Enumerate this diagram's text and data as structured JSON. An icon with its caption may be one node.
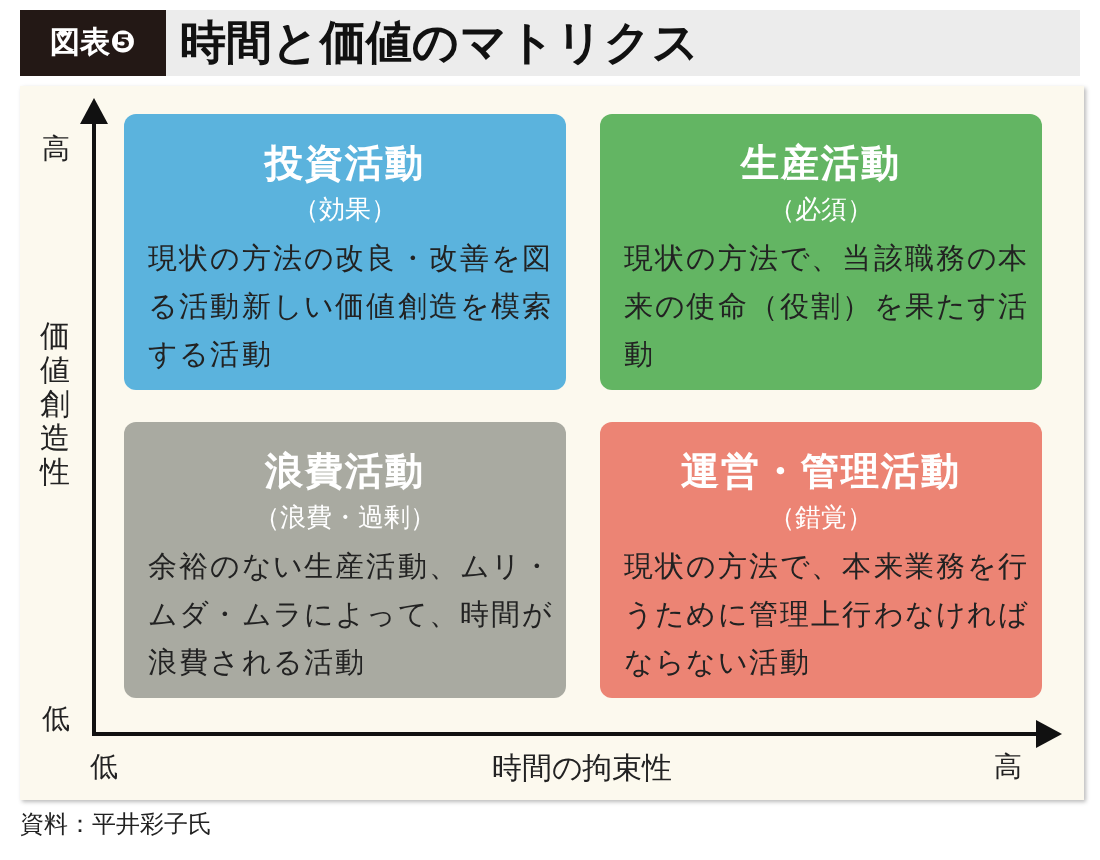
{
  "diagram": {
    "title": "時間と価値のマトリクス",
    "caption": "資料：平井彩子氏",
    "nodes": [
      {
        "text": [
          "投資活動",
          "（効果）",
          "現状の方法の改良・改善を図る活動新しい価値創造を模索する活動"
        ]
      },
      {
        "text": [
          "生産活動",
          "（必須）",
          "現状の方法で、当該職務の本来の使命（役割）を果たす活動"
        ]
      },
      {
        "text": [
          "浪費活動",
          "（浪費・過剰）",
          "余裕のない生産活動、ムリ・ムダ・ムラによって、時間が浪費される活動"
        ]
      },
      {
        "text": [
          "運営・管理活動",
          "（錯覚）",
          "現状の方法で、本来業務を行うために管理上行わなければならない活動"
        ]
      }
    ],
    "labels": [
      "図表❺",
      "高",
      "価値創造性",
      "低",
      "低",
      "時間の拘束性",
      "高"
    ]
  }
}
